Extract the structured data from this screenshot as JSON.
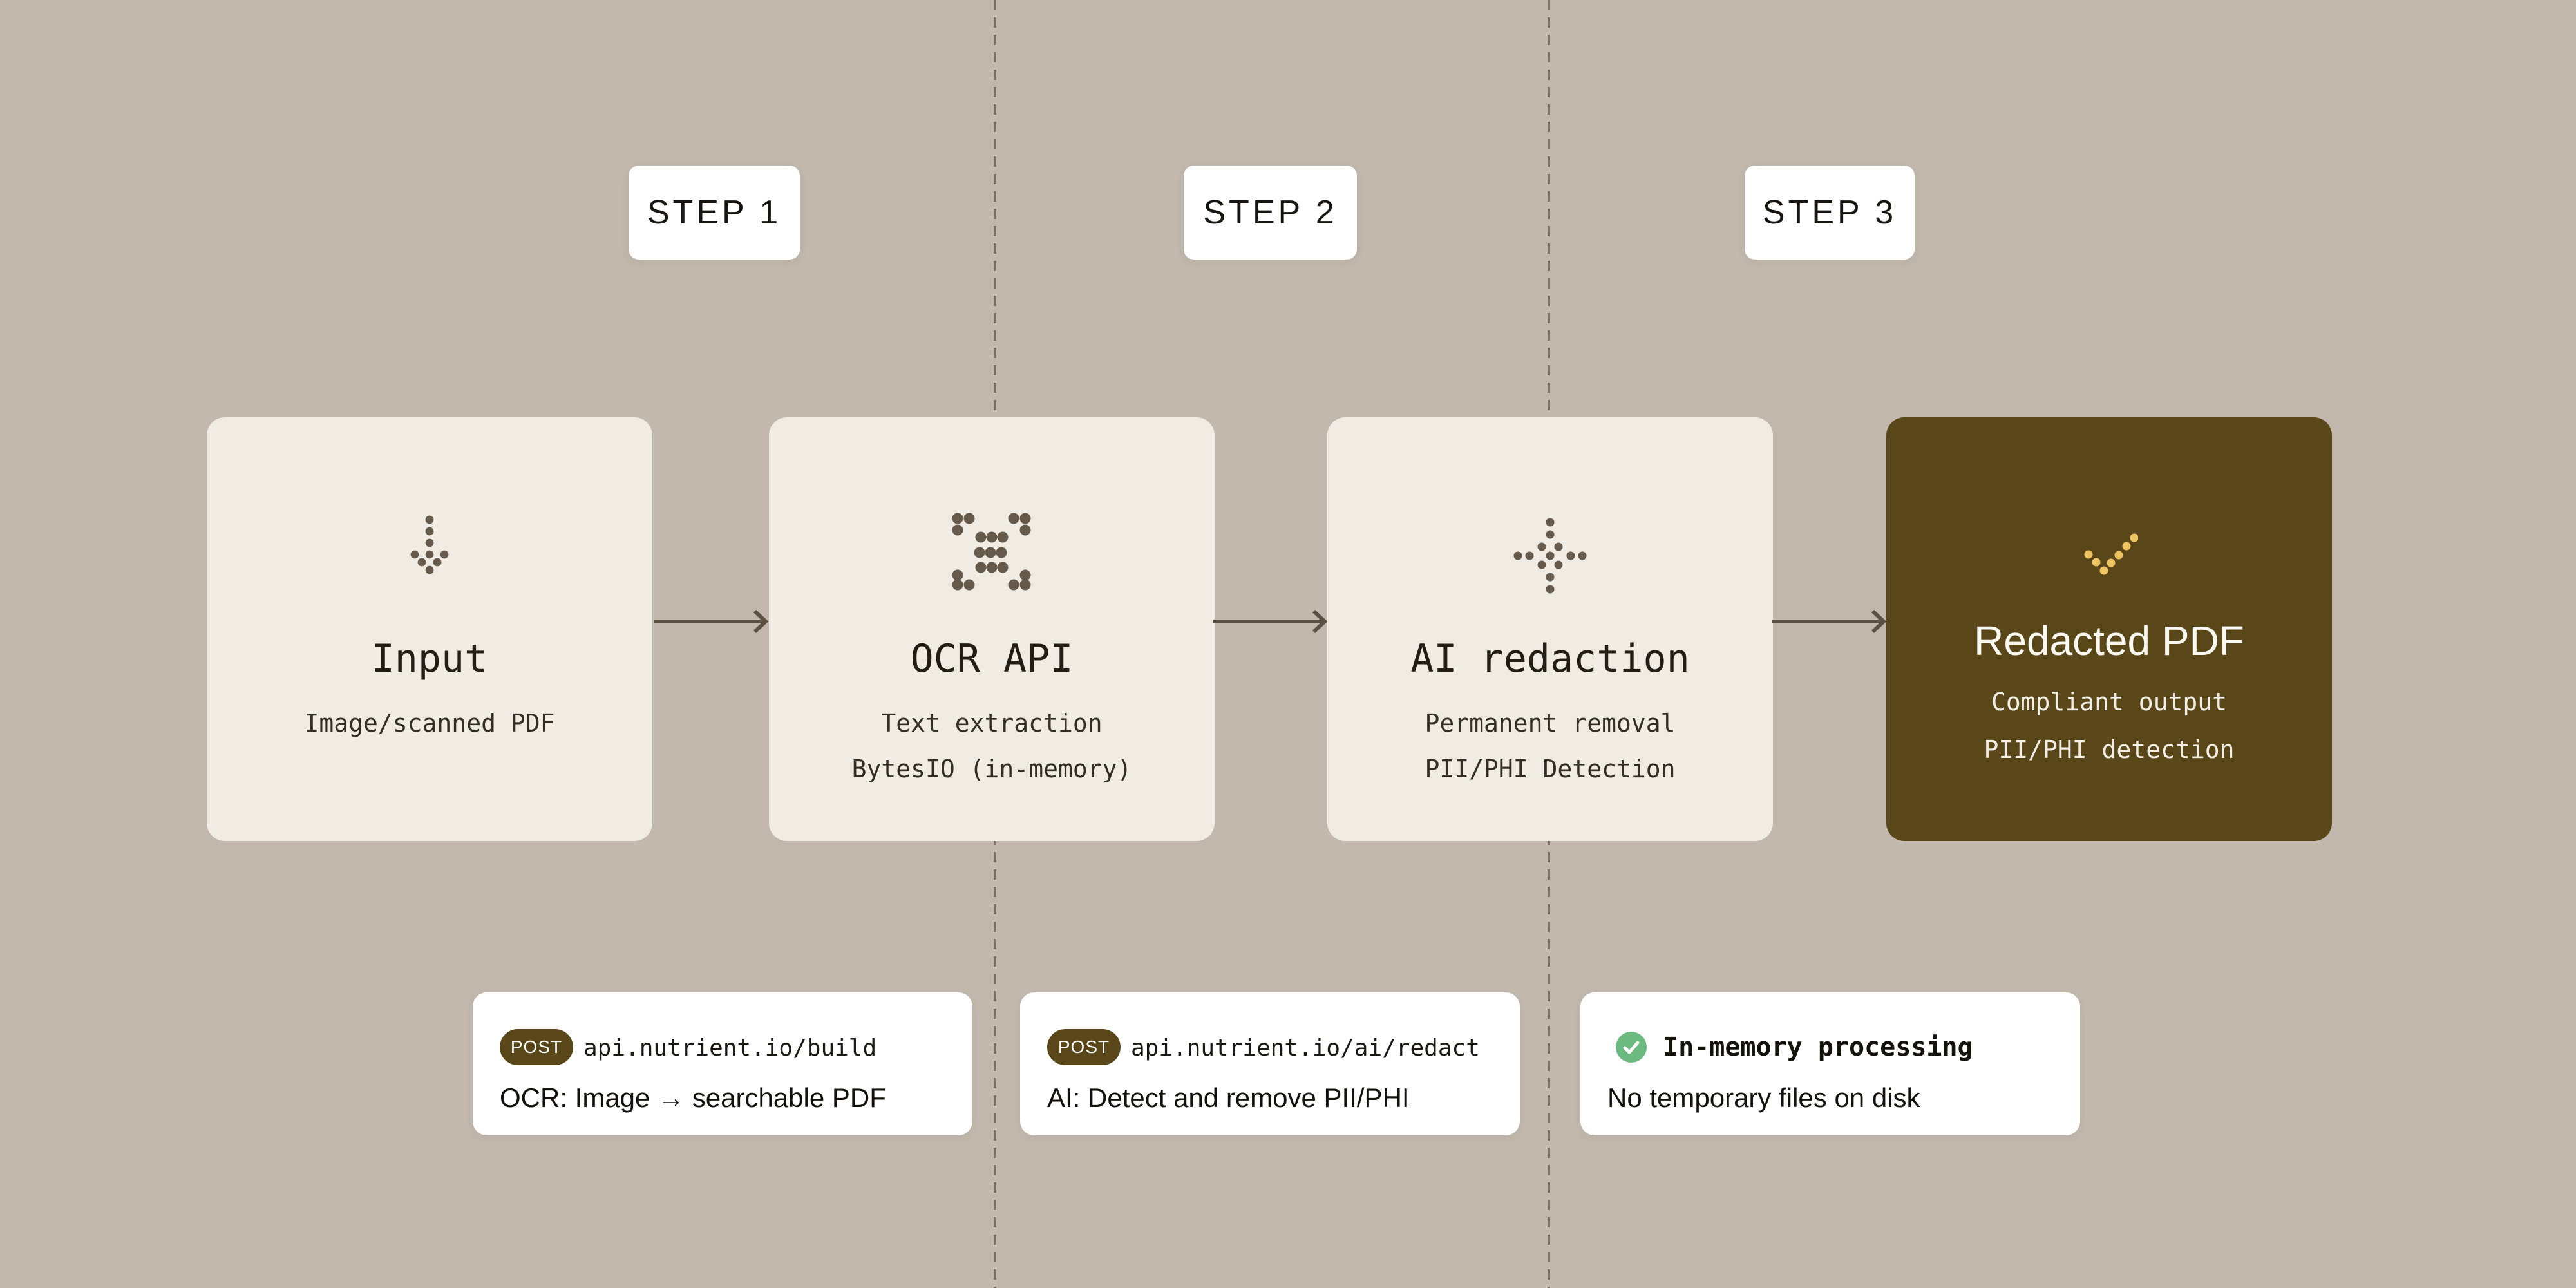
{
  "colors": {
    "bg": "#c2b8ad",
    "card-cream": "#f0ebe3",
    "card-dark": "#59471a",
    "olive": "#59471a",
    "white": "#ffffff",
    "ink": "#1f1a12",
    "ink-soft": "#332b1f",
    "dot": "#655a4b",
    "gold": "#eec463",
    "green": "#6dba80",
    "arrow": "#5b5044",
    "dash": "#7b6f61",
    "on-dark": "#faf8f1",
    "on-dark-soft": "#f2eee3"
  },
  "steps": [
    {
      "label": "STEP 1"
    },
    {
      "label": "STEP 2"
    },
    {
      "label": "STEP 3"
    }
  ],
  "cards": [
    {
      "title": "Input",
      "icon": "arrow-down-dots-icon",
      "subtitles": [
        "Image/scanned PDF"
      ]
    },
    {
      "title": "OCR API",
      "icon": "ocr-scan-dots-icon",
      "subtitles": [
        "Text extraction",
        "BytesIO (in-memory)"
      ]
    },
    {
      "title": "AI redaction",
      "icon": "crosshair-dots-icon",
      "subtitles": [
        "Permanent removal",
        "PII/PHI Detection"
      ]
    },
    {
      "title": "Redacted PDF",
      "icon": "checkmark-dots-icon",
      "subtitles": [
        "Compliant output",
        "PII/PHI detection"
      ]
    }
  ],
  "details": [
    {
      "badge": "POST",
      "endpoint": "api.nutrient.io/build",
      "description": "OCR: Image → searchable PDF"
    },
    {
      "badge": "POST",
      "endpoint": "api.nutrient.io/ai/redact",
      "description": "AI: Detect and remove PII/PHI"
    },
    {
      "icon": "check-circle-icon",
      "title": "In-memory processing",
      "description": "No temporary files on disk"
    }
  ]
}
